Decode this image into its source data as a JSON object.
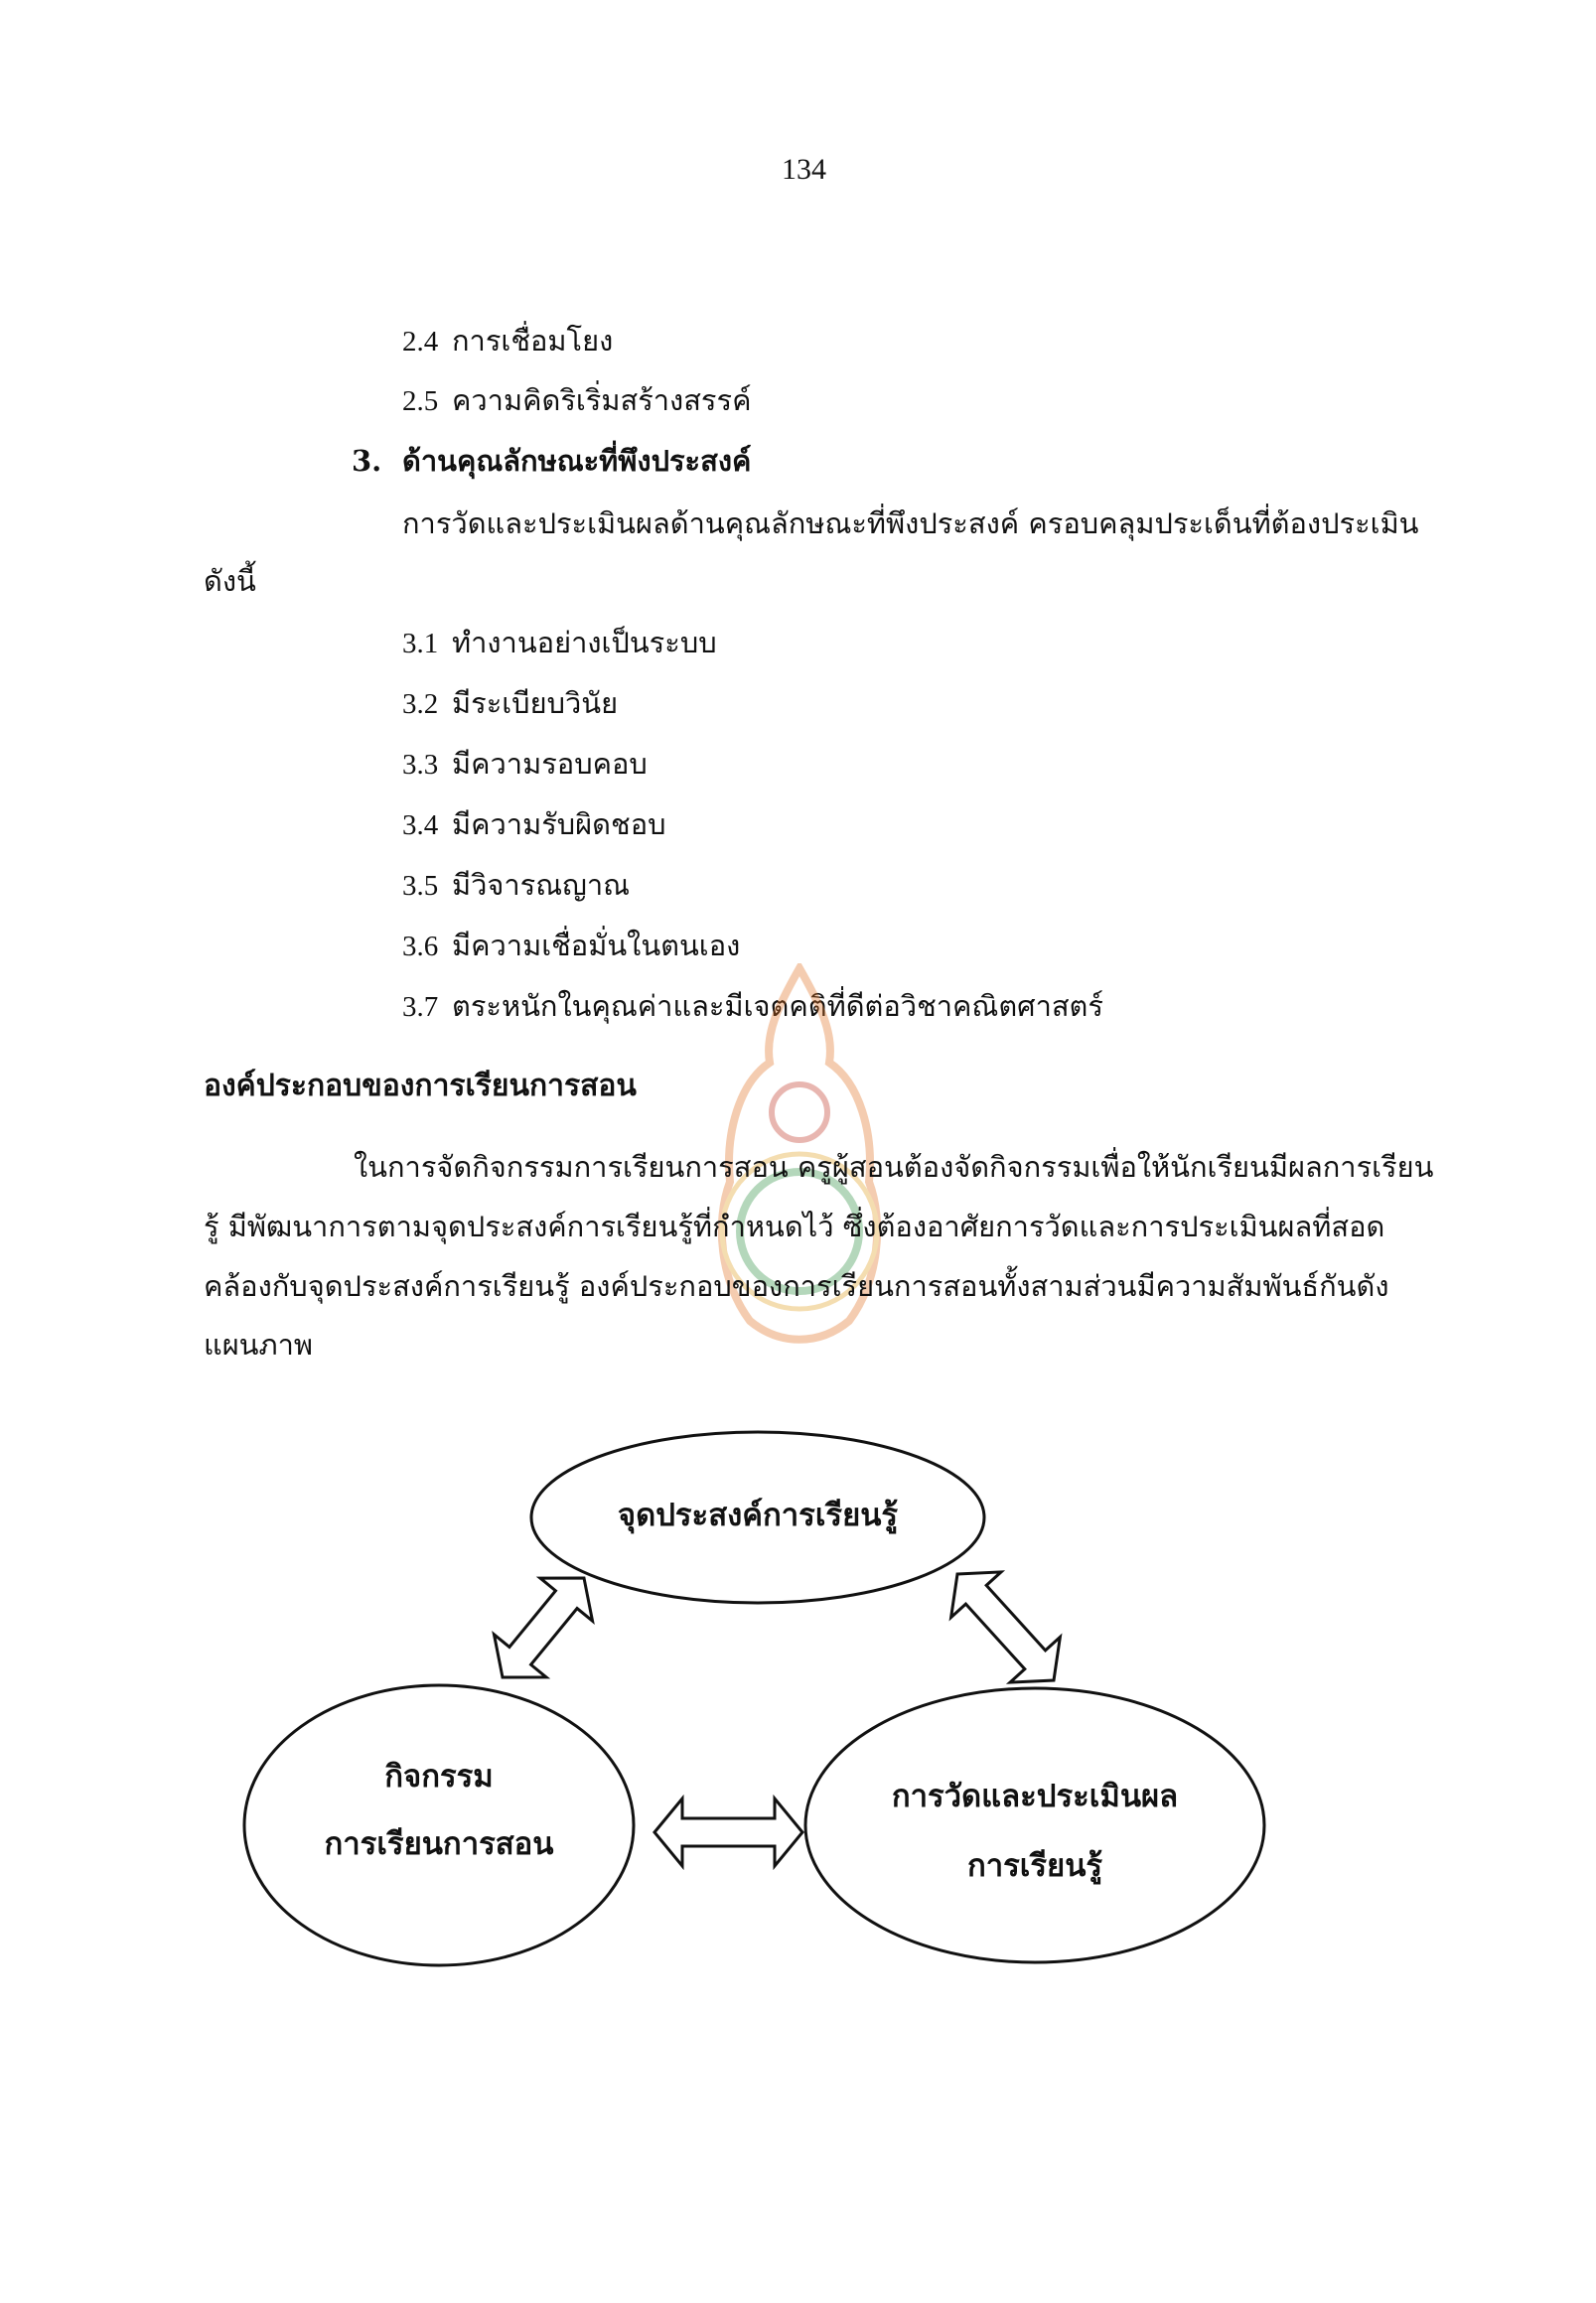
{
  "page_number": "134",
  "items_2": [
    {
      "num": "2.4",
      "text": "การเชื่อมโยง"
    },
    {
      "num": "2.5",
      "text": "ความคิดริเริ่มสร้างสรรค์"
    }
  ],
  "section3": {
    "num": "3.",
    "title": "ด้านคุณลักษณะที่พึงประสงค์",
    "intro_line1": "การวัดและประเมินผลด้านคุณลักษณะที่พึงประสงค์  ครอบคลุมประเด็นที่ต้องประเมิน",
    "intro_line2": "ดังนี้",
    "items": [
      {
        "num": "3.1",
        "text": "ทำงานอย่างเป็นระบบ"
      },
      {
        "num": "3.2",
        "text": "มีระเบียบวินัย"
      },
      {
        "num": "3.3",
        "text": "มีความรอบคอบ"
      },
      {
        "num": "3.4",
        "text": "มีความรับผิดชอบ"
      },
      {
        "num": "3.5",
        "text": "มีวิจารณญาณ"
      },
      {
        "num": "3.6",
        "text": "มีความเชื่อมั่นในตนเอง"
      },
      {
        "num": "3.7",
        "text": "ตระหนักในคุณค่าและมีเจตคติที่ดีต่อวิชาคณิตศาสตร์"
      }
    ]
  },
  "components": {
    "heading": "องค์ประกอบของการเรียนการสอน",
    "paragraph_lines": [
      "ในการจัดกิจกรรมการเรียนการสอน  ครูผู้สอนต้องจัดกิจกรรมเพื่อให้นักเรียนมีผลการเรียน",
      "รู้    มีพัฒนาการตามจุดประสงค์การเรียนรู้ที่กำหนดไว้    ซึ่งต้องอาศัยการวัดและการประเมินผลที่สอด",
      "คล้องกับจุดประสงค์การเรียนรู้     องค์ประกอบของการเรียนการสอนทั้งสามส่วนมีความสัมพันธ์กันดัง",
      "แผนภาพ"
    ]
  },
  "diagram": {
    "top": "จุดประสงค์การเรียนรู้",
    "left_line1": "กิจกรรม",
    "left_line2": "การเรียนการสอน",
    "right_line1": "การวัดและประเมินผล",
    "right_line2": "การเรียนรู้"
  },
  "watermark_color": "#e07020"
}
